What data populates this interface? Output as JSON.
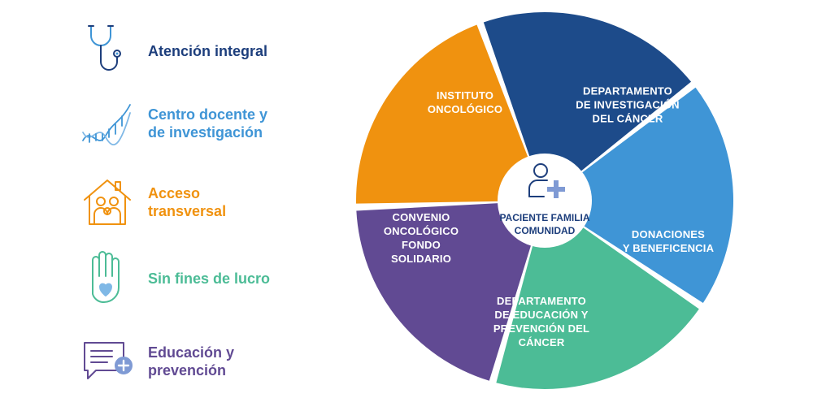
{
  "pillars": [
    {
      "label": "Atención integral",
      "icon": "stethoscope-icon",
      "color": "#1d3e7c"
    },
    {
      "label": "Centro docente y\nde investigación",
      "icon": "dna-icon",
      "color": "#3f95d6"
    },
    {
      "label": "Acceso\ntransversal",
      "icon": "house-family-icon",
      "color": "#f0920f"
    },
    {
      "label": "Sin fines de lucro",
      "icon": "hand-heart-icon",
      "color": "#4cbc96"
    },
    {
      "label": "Educación y\nprevención",
      "icon": "message-plus-icon",
      "color": "#614a93"
    }
  ],
  "wheel": {
    "segments": [
      {
        "label": "INSTITUTO\nONCOLÓGICO",
        "color": "#1d4b8a"
      },
      {
        "label": "DEPARTAMENTO\nDE INVESTIGACIÓN\nDEL CÁNCER",
        "color": "#3f95d6"
      },
      {
        "label": "DONACIONES\nY BENEFICENCIA",
        "color": "#4cbc96"
      },
      {
        "label": "DEPARTAMENTO\nDE EDUCACIÓN Y\nPREVENCIÓN DEL\nCÁNCER",
        "color": "#614a93"
      },
      {
        "label": "CONVENIO\nONCOLÓGICO\nFONDO\nSOLIDARIO",
        "color": "#f0920f"
      }
    ],
    "center": {
      "label": "PACIENTE FAMILIA\nCOMUNIDAD",
      "icon": "patient-plus-icon",
      "color": "#1d3e7c",
      "accent": "#7f9ad4"
    }
  }
}
